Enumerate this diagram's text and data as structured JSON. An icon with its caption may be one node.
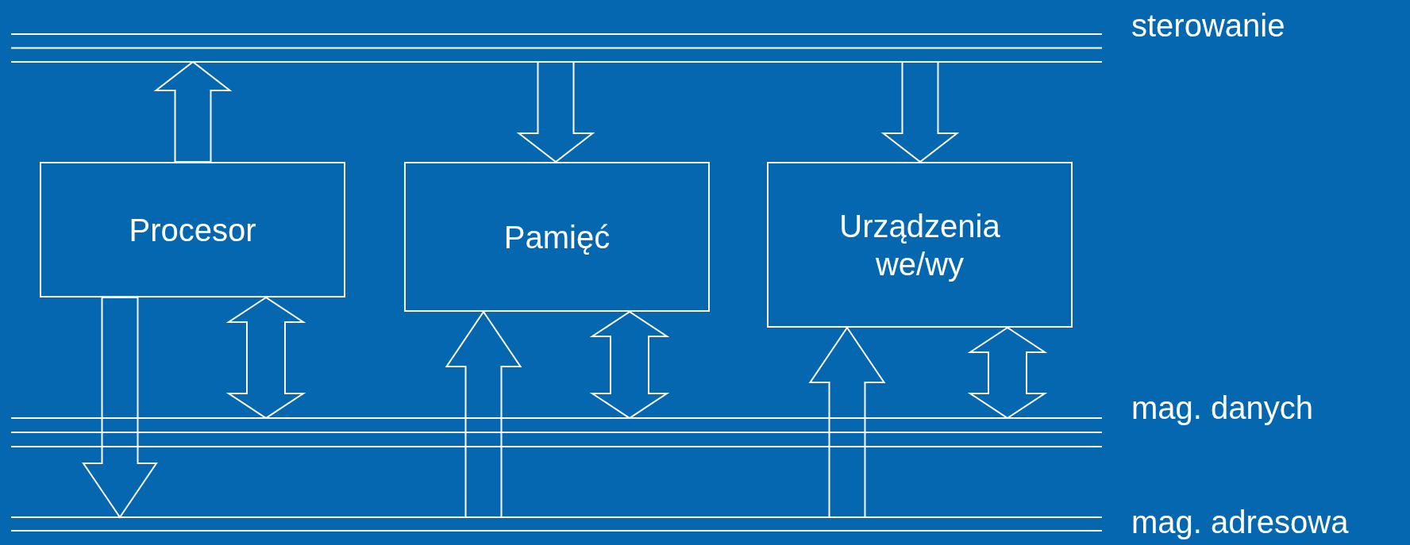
{
  "diagram": {
    "nodes": [
      {
        "text": [],
        "shape": "bar",
        "beside": [
          "sterowanie"
        ]
      },
      {
        "text": [
          "Procesor"
        ]
      },
      {
        "text": [
          "Pamięć"
        ]
      },
      {
        "text": [
          "Urządzenia we/wy"
        ]
      },
      {
        "text": [],
        "shape": "bar",
        "beside": [
          "mag. danych"
        ]
      },
      {
        "text": [],
        "shape": "bar",
        "beside": [
          "mag. adresowa"
        ]
      }
    ],
    "edges": [
      {
        "from": 1,
        "to": 0,
        "arrow": "to"
      },
      {
        "from": 0,
        "to": 2,
        "arrow": "to"
      },
      {
        "from": 0,
        "to": 3,
        "arrow": "to"
      },
      {
        "from": 1,
        "to": 5,
        "arrow": "to"
      },
      {
        "from": 1,
        "to": 4,
        "arrow": "both"
      },
      {
        "from": 5,
        "to": 2,
        "arrow": "to"
      },
      {
        "from": 2,
        "to": 4,
        "arrow": "both"
      },
      {
        "from": 5,
        "to": 3,
        "arrow": "to"
      },
      {
        "from": 3,
        "to": 4,
        "arrow": "both"
      }
    ]
  }
}
